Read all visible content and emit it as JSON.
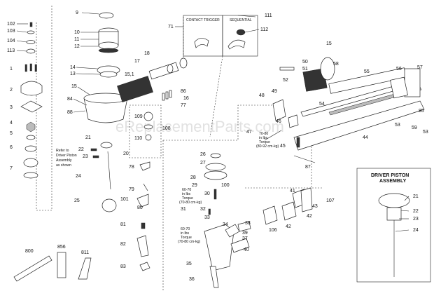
{
  "watermark": "eReplacementParts.com",
  "numbers": {
    "n9": "9",
    "n10": "10",
    "n11": "11",
    "n12": "12",
    "n14": "14",
    "n13": "13",
    "n15": "15",
    "n84": "84",
    "n88": "88",
    "n18": "18",
    "n17": "17",
    "n15_1": "15,1",
    "n86": "86",
    "n16": "16",
    "n77": "77",
    "n109": "109",
    "n110": "110",
    "n108": "108",
    "n71": "71",
    "n111": "111",
    "n112": "112",
    "n102": "102",
    "n103": "103",
    "n104": "104",
    "n113": "113",
    "n1": "1",
    "n2": "2",
    "n3": "3",
    "n4": "4",
    "n5": "5",
    "n6": "6",
    "n7": "7",
    "n21": "21",
    "n22": "22",
    "n23": "23",
    "n20": "20",
    "n24": "24",
    "n25": "25",
    "n78": "78",
    "n79": "79",
    "n101": "101",
    "n80": "80",
    "n81": "81",
    "n82": "82",
    "n83": "83",
    "n26": "26",
    "n27": "27",
    "n28": "28",
    "n29": "29",
    "n100": "100",
    "n30": "30",
    "n31": "31",
    "n32": "32",
    "n33": "33",
    "n34": "34",
    "n35": "35",
    "n36": "36",
    "n37": "37",
    "n40": "40",
    "n50": "50",
    "n51": "51",
    "n52": "52",
    "n58": "58",
    "n55": "55",
    "n56": "56",
    "n57": "57",
    "n15b": "15",
    "n48": "48",
    "n49": "49",
    "n54": "54",
    "n85": "85",
    "n53": "53",
    "n59": "59",
    "n53b": "53",
    "n44": "44",
    "n47": "47",
    "n46": "46",
    "n45": "45",
    "n87": "87",
    "n41": "41",
    "n42": "42",
    "n43": "43",
    "n107": "107",
    "n106": "106",
    "n38": "38",
    "n39": "39",
    "n42b": "42",
    "dp21": "21",
    "dp22": "22",
    "dp23": "23",
    "dp24": "24",
    "n800": "800",
    "n856": "856",
    "n811": "811"
  },
  "box_contact_trigger": "CONTACT TRIGGER",
  "box_sequential": "SEQUENTIAL",
  "driver_piston_title_1": "DRIVER PISTON",
  "driver_piston_title_2": "ASSEMBLY",
  "refer_note": [
    "Refer to",
    "Driver Piston",
    "Assembly",
    "as shown"
  ],
  "torque_a": [
    "60-70",
    "in lbs",
    "Torque",
    "(70-80 cm-kg)"
  ],
  "torque_b": [
    "60-70",
    "in lbs",
    "Torque",
    "(70-80 cm-kg)"
  ],
  "torque_c": [
    "70-80",
    "in lbs",
    "Torque",
    "(80-92 cm-kg)"
  ]
}
